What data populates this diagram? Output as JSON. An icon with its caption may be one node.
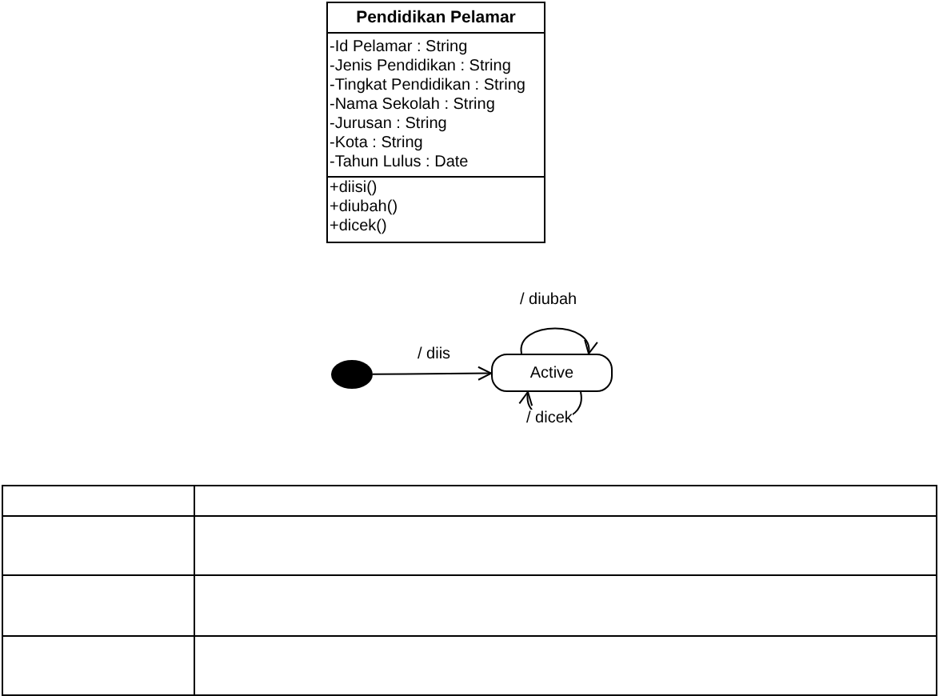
{
  "diagram": {
    "nodes": [
      {
        "text": [
          "Pendidikan Pelamar",
          "-Id Pelamar : String",
          "-Jenis Pendidikan : String",
          "-Tingkat Pendidikan : String",
          "-Nama Sekolah : String",
          "-Jurusan : String",
          "-Kota : String",
          "-Tahun Lulus : Date",
          "+diisi()",
          "+diubah()",
          "+dicek()"
        ]
      },
      {
        "text": [],
        "shape": "circle"
      },
      {
        "text": [
          "Active"
        ]
      }
    ],
    "edges": [
      {
        "from": 1,
        "to": 2,
        "arrow": "to",
        "label": "/ diis"
      },
      {
        "from": 2,
        "to": 2,
        "arrow": "to",
        "label": "/ diubah"
      },
      {
        "from": 2,
        "to": 2,
        "arrow": "to",
        "label": "/ dicek"
      }
    ]
  }
}
